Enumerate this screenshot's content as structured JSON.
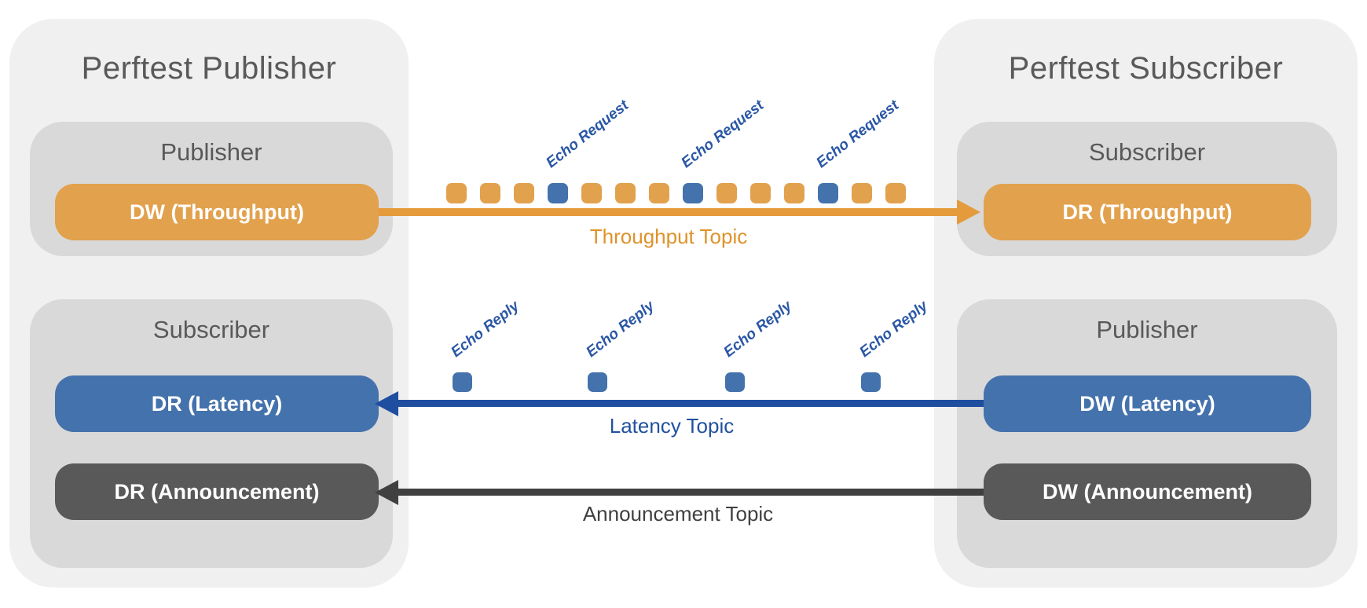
{
  "panels": {
    "publisher": {
      "title": "Perftest Publisher",
      "groups": [
        {
          "title": "Publisher",
          "pills": [
            {
              "label": "DW (Throughput)",
              "type": "orange"
            }
          ]
        },
        {
          "title": "Subscriber",
          "pills": [
            {
              "label": "DR (Latency)",
              "type": "blue"
            },
            {
              "label": "DR (Announcement)",
              "type": "dark"
            }
          ]
        }
      ]
    },
    "subscriber": {
      "title": "Perftest Subscriber",
      "groups": [
        {
          "title": "Subscriber",
          "pills": [
            {
              "label": "DR (Throughput)",
              "type": "orange"
            }
          ]
        },
        {
          "title": "Publisher",
          "pills": [
            {
              "label": "DW (Latency)",
              "type": "blue"
            },
            {
              "label": "DW (Announcement)",
              "type": "dark"
            }
          ]
        }
      ]
    }
  },
  "flows": {
    "throughput": {
      "label": "Throughput Topic",
      "message_label": "Echo Request",
      "direction": "left-to-right",
      "squares": [
        "orange",
        "orange",
        "orange",
        "blue",
        "orange",
        "orange",
        "orange",
        "blue",
        "orange",
        "orange",
        "orange",
        "blue",
        "orange",
        "orange"
      ]
    },
    "latency": {
      "label": "Latency Topic",
      "message_label": "Echo Reply",
      "direction": "right-to-left",
      "squares": [
        "blue",
        "blue",
        "blue",
        "blue"
      ]
    },
    "announcement": {
      "label": "Announcement Topic",
      "direction": "right-to-left",
      "squares": []
    }
  },
  "colors": {
    "panel_background": "#f0f0f1",
    "group_background": "#d9d9d9",
    "title_text": "#595959",
    "orange_fill": "#e2a14d",
    "blue_fill": "#4472ac",
    "dark_fill": "#595959",
    "orange_arrow": "#e59b3c",
    "blue_arrow": "#1f4ea0",
    "dark_arrow": "#404040",
    "throughput_label_text": "#de922a",
    "latency_label_text": "#2151a0",
    "announcement_label_text": "#404040",
    "echo_label_text": "#2a57a5"
  }
}
